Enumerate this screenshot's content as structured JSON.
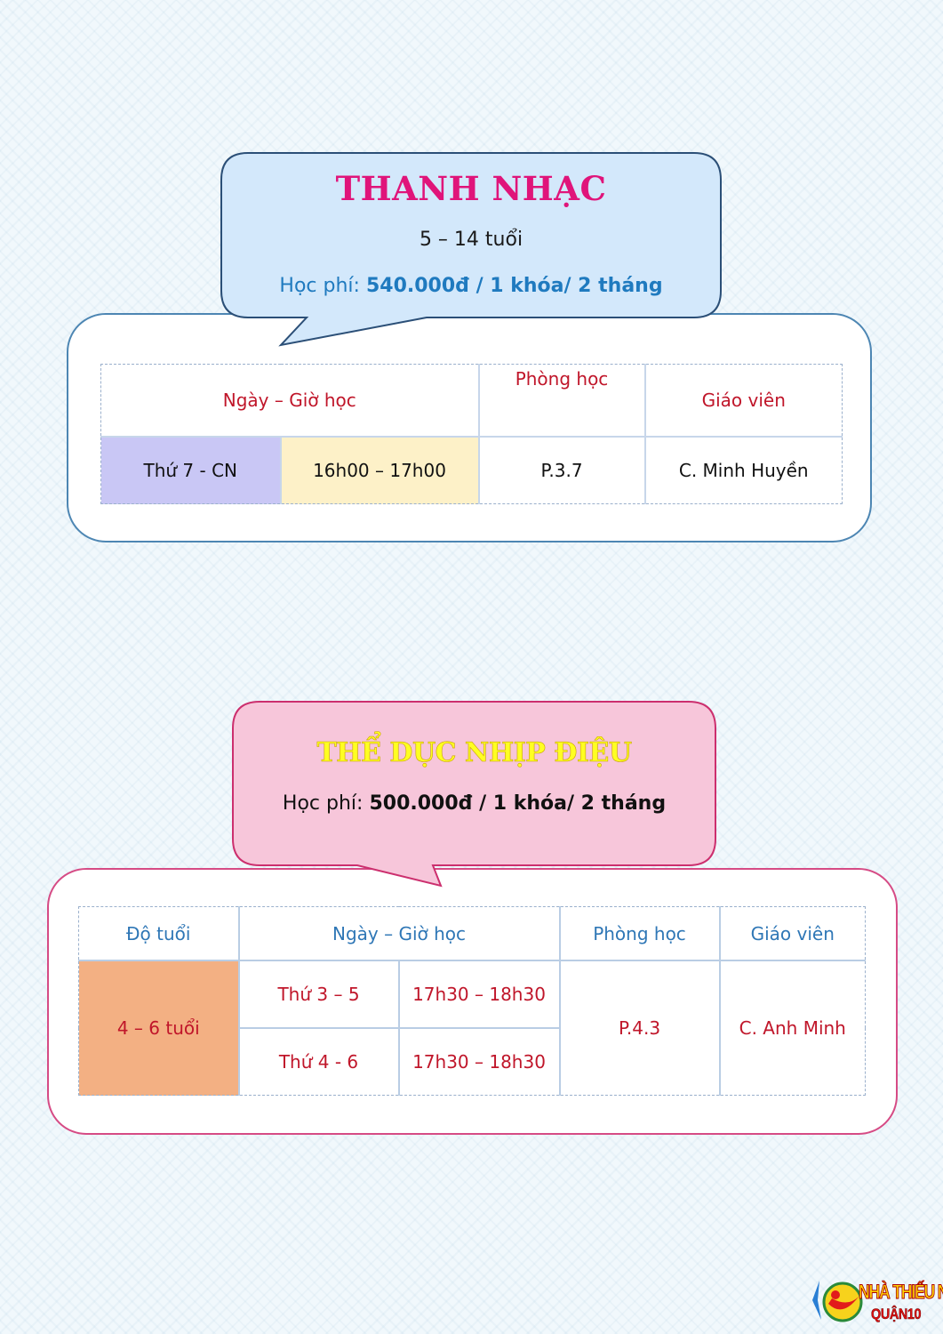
{
  "section1": {
    "title": "THANH NHẠC",
    "age": "5 – 14 tuổi",
    "fee_label": "Học phí: ",
    "fee_value": "540.000đ / 1 khóa/ 2 tháng",
    "table": {
      "headers": {
        "schedule": "Ngày – Giờ học",
        "room": "Phòng học",
        "teacher": "Giáo viên"
      },
      "row": {
        "days": "Thứ 7 - CN",
        "time": "16h00 – 17h00",
        "room": "P.3.7",
        "teacher": "C. Minh Huyền"
      }
    }
  },
  "section2": {
    "title": "THỂ DỤC NHỊP ĐIỆU",
    "fee_label": "Học phí: ",
    "fee_value": "500.000đ / 1 khóa/ 2 tháng",
    "table": {
      "headers": {
        "age": "Độ tuổi",
        "schedule": "Ngày – Giờ học",
        "room": "Phòng học",
        "teacher": "Giáo viên"
      },
      "age": "4 – 6 tuổi",
      "rows": [
        {
          "days": "Thứ 3 – 5",
          "time": "17h30 – 18h30"
        },
        {
          "days": "Thứ 4 - 6",
          "time": "17h30 – 18h30"
        }
      ],
      "room": "P.4.3",
      "teacher": "C. Anh Minh"
    }
  },
  "logo": {
    "line1": "NHÀ THIẾU NHI",
    "line2": "QUẬN10"
  },
  "colors": {
    "title1": "#e0147a",
    "fee1": "#1f7abf",
    "title2": "#ffff22",
    "panel1_border": "#4d86b3",
    "panel2_border": "#d64b85",
    "bubble1_fill": "#d3e8fb",
    "bubble2_fill": "#f7c6da",
    "day_cell": "#c9c7f5",
    "time_cell": "#fdf1c8",
    "age_cell": "#f3b083"
  }
}
